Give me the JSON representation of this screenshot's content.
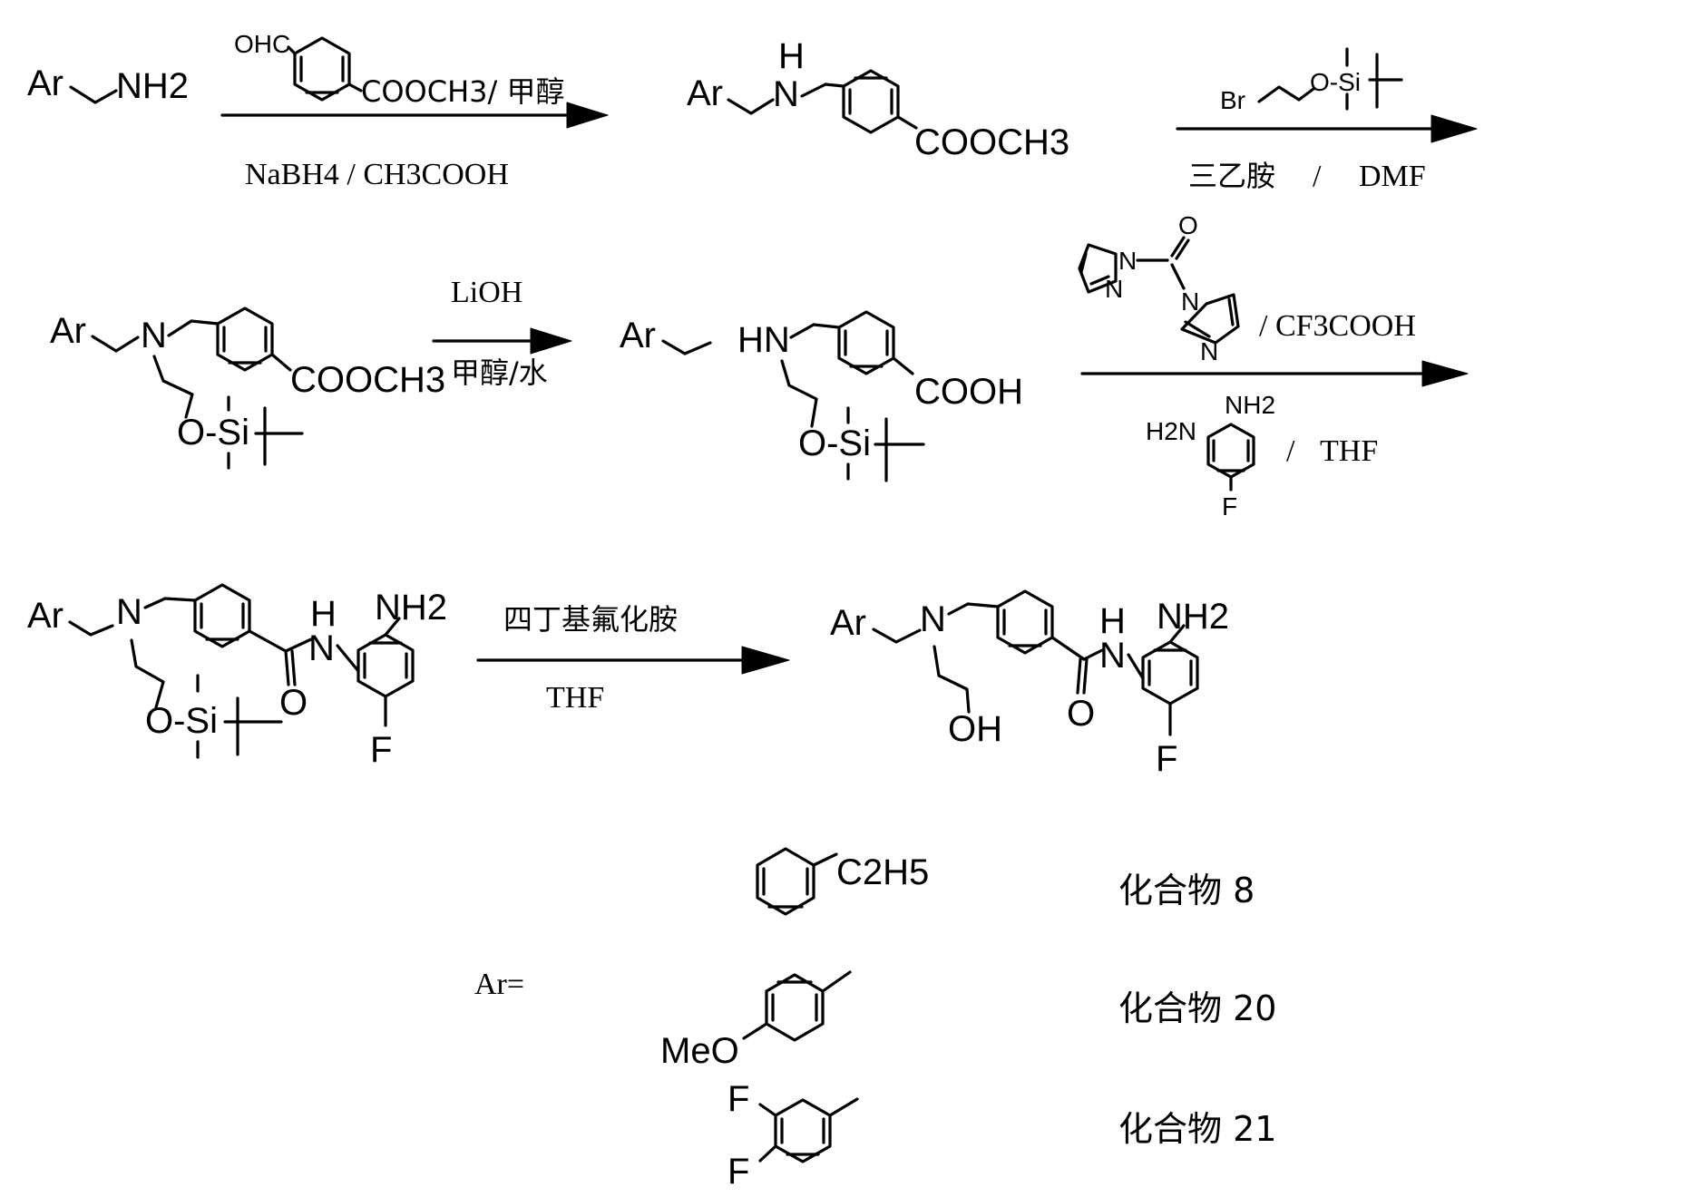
{
  "structures": {
    "ar": "Ar",
    "nh2": "NH2",
    "nh": "NH",
    "hn": "HN",
    "n": "N",
    "h": "H",
    "o_atom": "O",
    "oh": "OH",
    "f": "F",
    "br": "Br",
    "si": "Si",
    "o_si": "O-Si",
    "ohc": "OHC",
    "cooch3": "COOCH3",
    "cooh": "COOH",
    "c2h5": "C2H5",
    "meo": "MeO",
    "h2n": "H2N"
  },
  "reactions": {
    "r1_top": "COOCH3/ 甲醇",
    "r1_bottom": "NaBH4 / CH3COOH",
    "r2_bottom_base": "三乙胺",
    "r2_bottom_solvent": "DMF",
    "r3_top": "LiOH",
    "r3_bottom": "甲醇/水",
    "r4_acid": "/ CF3COOH",
    "r4_solvent": "THF",
    "r5_top": "四丁基氟化胺",
    "r5_bottom": "THF",
    "slash": "/"
  },
  "ar_definition": {
    "label": "Ar=",
    "compounds": [
      "化合物 8",
      "化合物 20",
      "化合物 21"
    ]
  }
}
